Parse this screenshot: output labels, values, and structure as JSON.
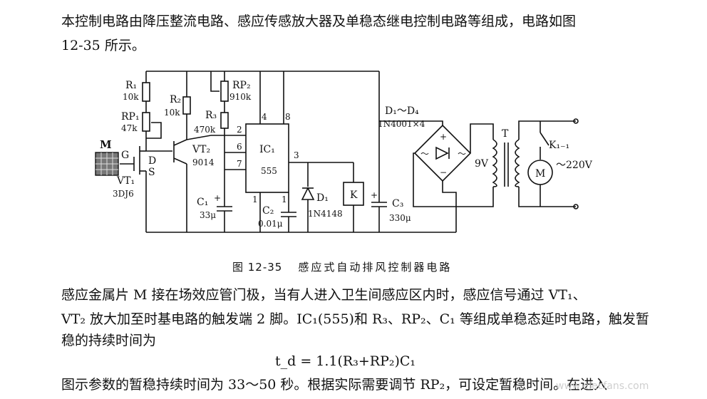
{
  "text": {
    "intro_line1": "本控制电路由降压整流电路、感应传感放大器及单稳态继电控制电路等组成，电路如图",
    "intro_line2": "12-35 所示。",
    "caption_num": "图 12-35",
    "caption_title": "感应式自动排风控制器电路",
    "body_line1": "感应金属片 M 接在场效应管门极，当有人进入卫生间感应区内时，感应信号通过 VT₁、",
    "body_line2": "VT₂ 放大加至时基电路的触发端 2 脚。IC₁(555)和 R₃、RP₂、C₁ 等组成单稳态延时电路，触发暂",
    "body_line3": "稳的持续时间为",
    "formula": "t_d = 1.1(R₃+RP₂)C₁",
    "body_line4": "图示参数的暂稳持续时间为 33～50 秒。根据实际需要调节 RP₂，可设定暂稳时间。在进入",
    "watermark": "www.elecfans.com"
  },
  "circuit": {
    "R1": "R₁",
    "R1_val": "10k",
    "RP1": "RP₁",
    "RP1_val": "47k",
    "R2": "R₂",
    "R2_val": "10k",
    "RP2": "RP₂",
    "RP2_val": "910k",
    "R3": "R₃",
    "R3_val": "470k",
    "M": "M",
    "G": "G",
    "D": "D",
    "S": "S",
    "VT1": "VT₁",
    "VT1_type": "3DJ6",
    "VT2": "VT₂",
    "VT2_type": "9014",
    "IC1": "IC₁",
    "IC1_type": "555",
    "pin2": "2",
    "pin3": "3",
    "pin4": "4",
    "pin6": "6",
    "pin7": "7",
    "pin8": "8",
    "pin1a": "1",
    "pin1b": "1",
    "C1": "C₁",
    "C1_val": "33μ",
    "C2": "C₂",
    "C2_val": "0.01μ",
    "D1": "D₁",
    "D1_type": "1N4148",
    "K": "K",
    "C3": "C₃",
    "C3_val": "330μ",
    "bridge": "D₁～D₄",
    "bridge_type": "1N4001×4",
    "v9": "9V",
    "T": "T",
    "K11": "K₁₋₁",
    "Mot": "M",
    "ac": "～220V",
    "tilde": "～",
    "plus": "+",
    "minus": "−"
  }
}
